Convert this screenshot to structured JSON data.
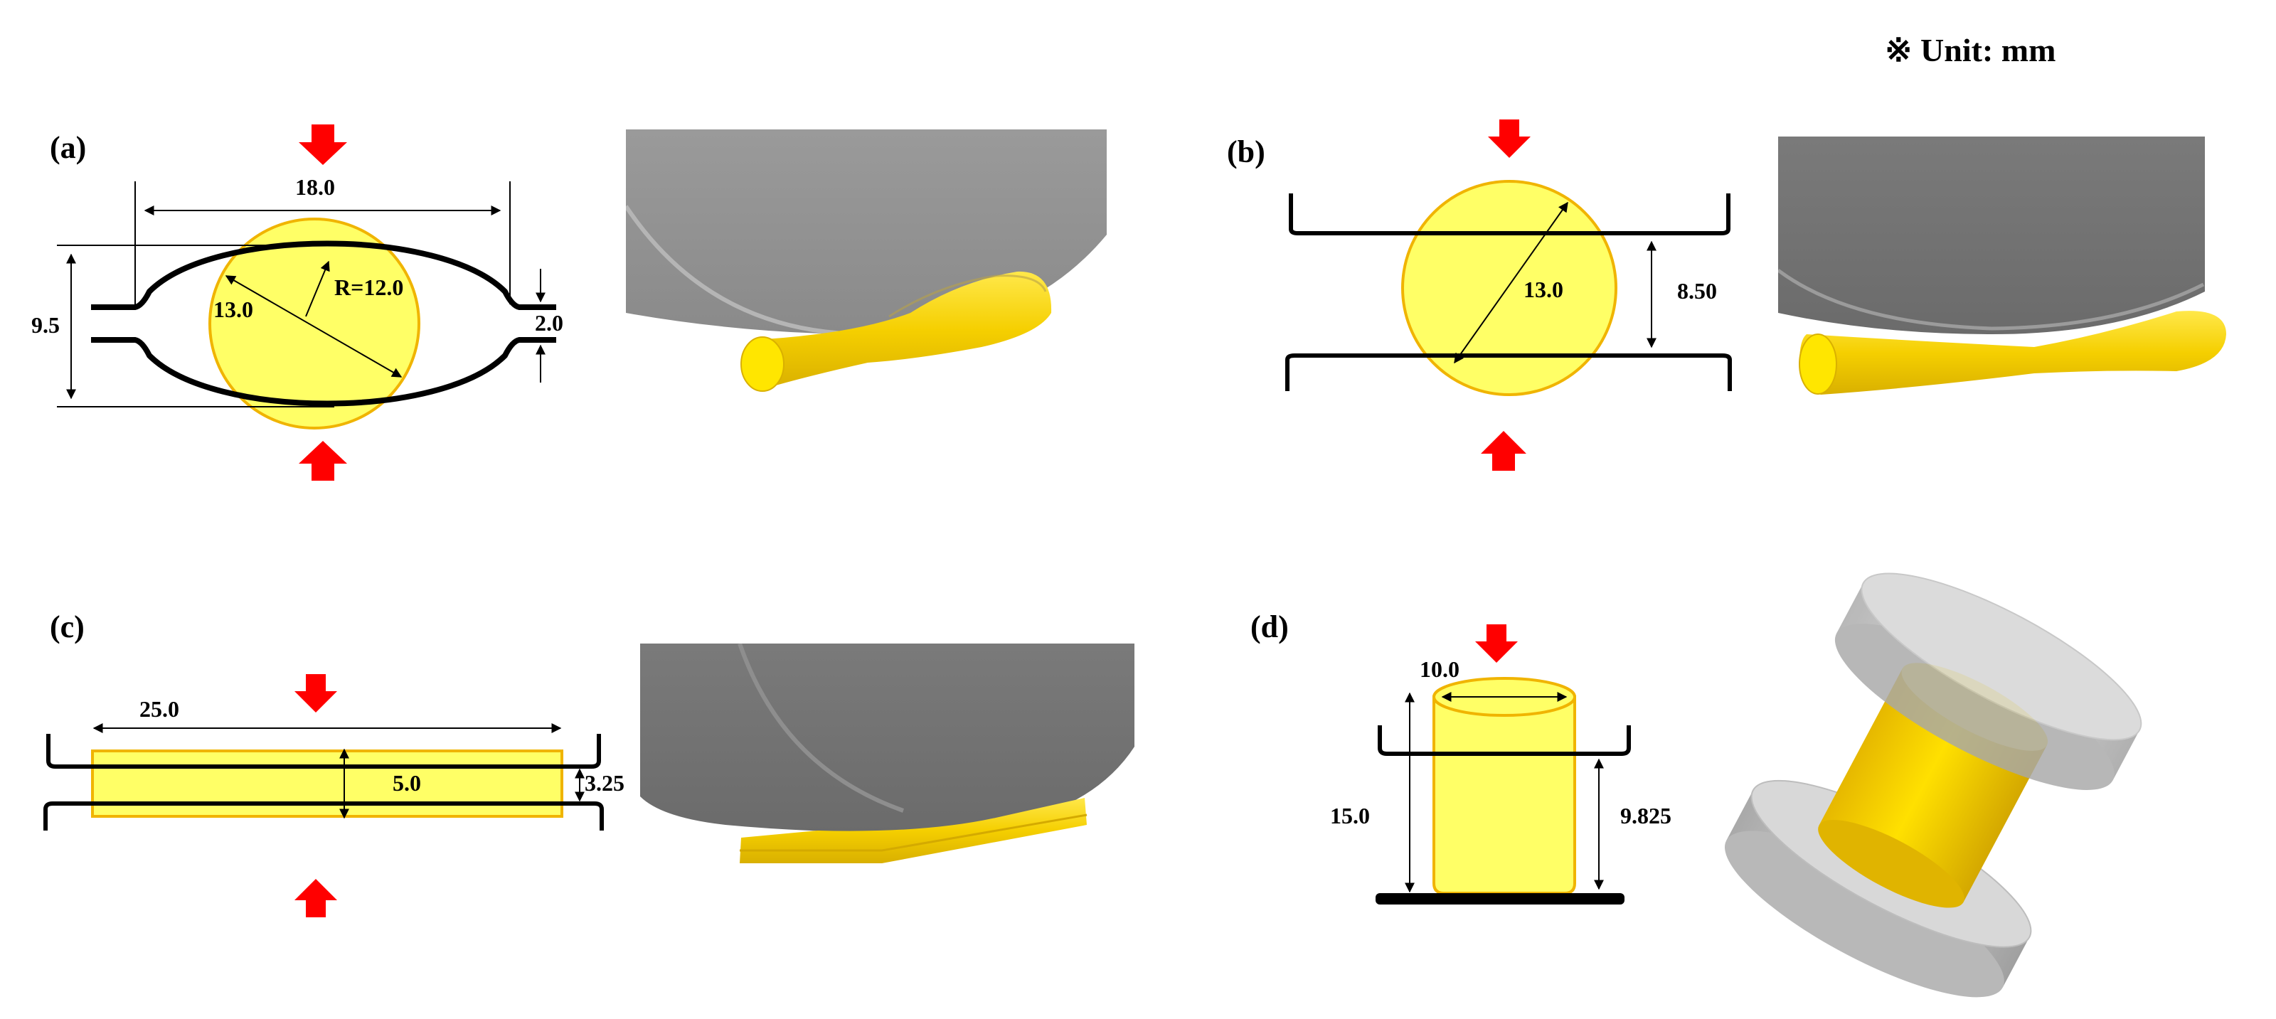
{
  "unit_note": "※ Unit: mm",
  "panels": {
    "a": {
      "label": "(a)",
      "width": "18.0",
      "height": "9.5",
      "radius": "R=12.0",
      "diameter": "13.0",
      "gap": "2.0"
    },
    "b": {
      "label": "(b)",
      "diameter": "13.0",
      "gap": "8.50"
    },
    "c": {
      "label": "(c)",
      "length": "25.0",
      "thickness": "5.0",
      "gap": "3.25"
    },
    "d": {
      "label": "(d)",
      "diameter": "10.0",
      "height": "15.0",
      "gap": "9.825"
    }
  },
  "colors": {
    "specimen": "#ffff66",
    "specimen_edge": "#f0b400",
    "arrow": "#ff0000",
    "die_gray": "#8f8f8f",
    "solid_yellow": "#f5d000"
  }
}
